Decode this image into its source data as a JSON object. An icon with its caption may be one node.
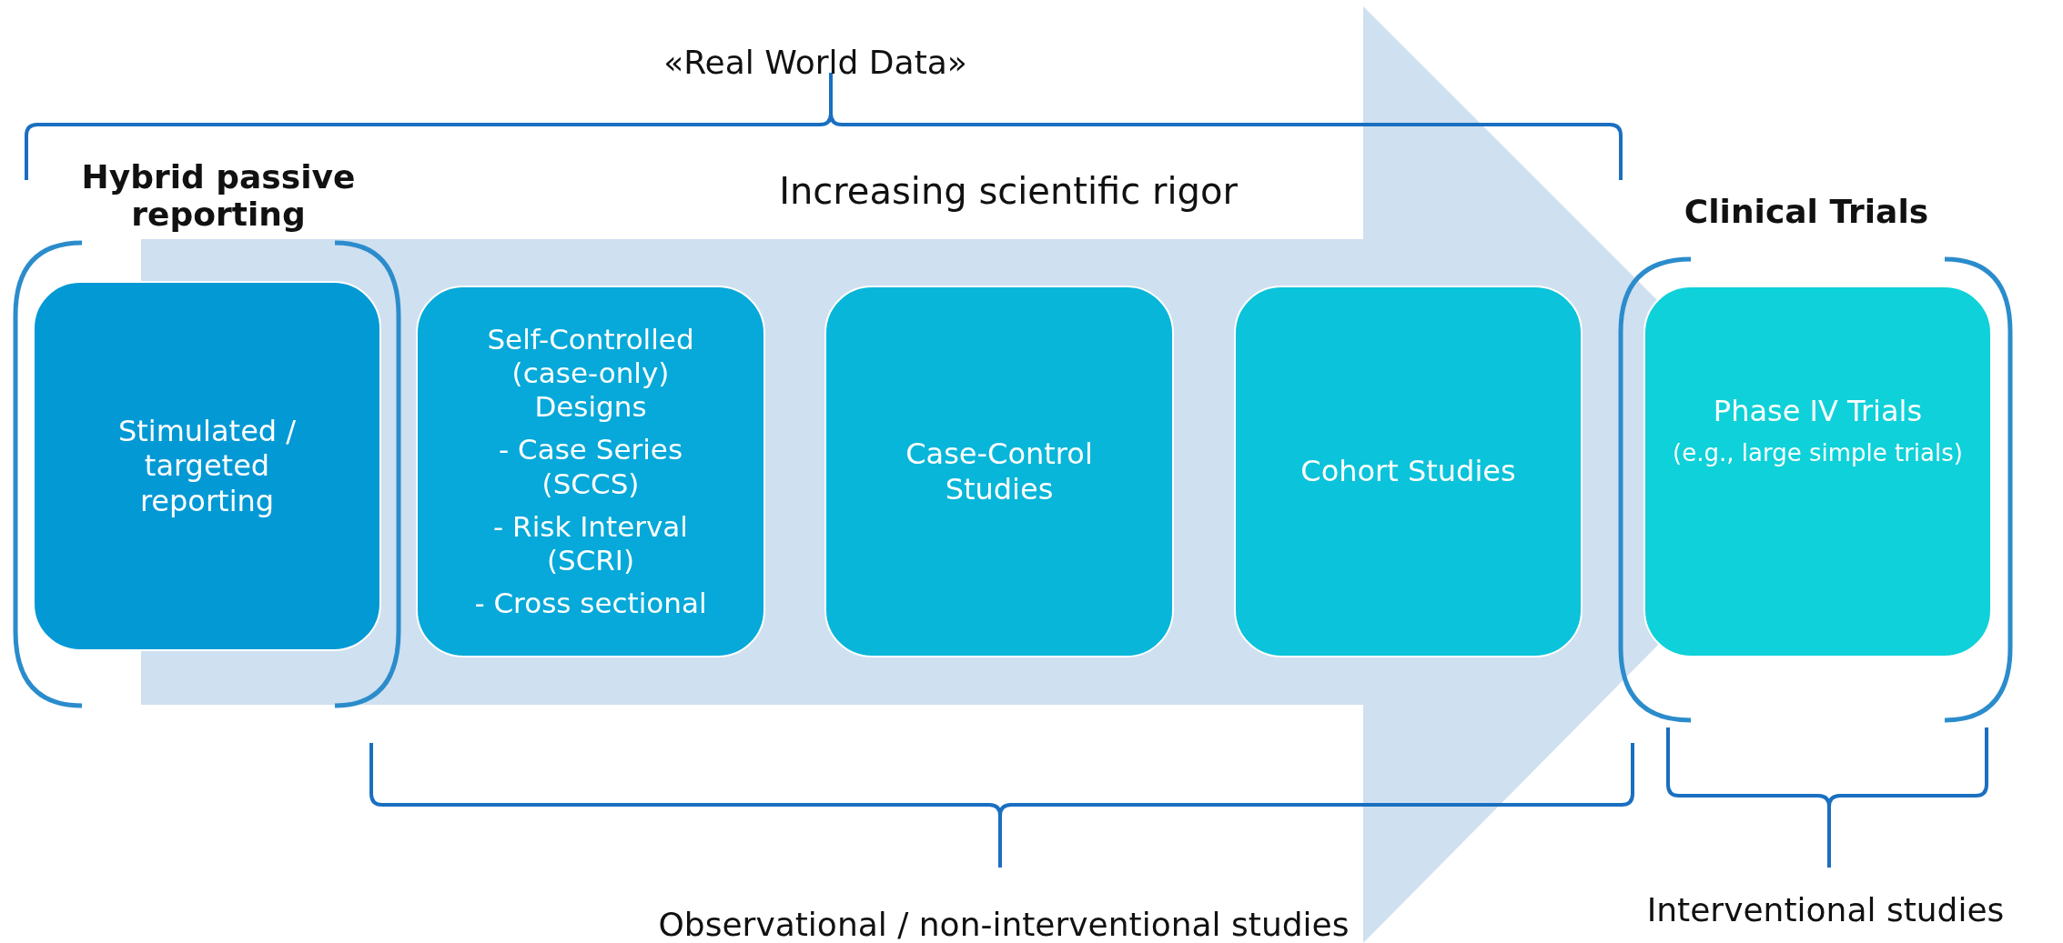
{
  "diagram": {
    "nodes": [
      {
        "text": [
          "Stimulated / targeted reporting"
        ]
      },
      {
        "text": [
          "Self-Controlled (case-only) Designs",
          "- Case Series (SCCS)",
          "- Risk Interval (SCRI)",
          "- Cross sectional"
        ]
      },
      {
        "text": [
          "Case-Control Studies"
        ]
      },
      {
        "text": [
          "Cohort Studies"
        ]
      },
      {
        "text": [
          "Phase IV Trials",
          "(e.g., large simple trials)"
        ]
      }
    ],
    "edges": [
      {
        "from": 0,
        "to": 4,
        "arrow": "to"
      }
    ],
    "labels": [
      "«Real World Data»",
      "Hybrid passive reporting",
      "Increasing scientific rigor",
      "Clinical Trials",
      "Observational / non-interventional studies",
      "Interventional studies"
    ]
  }
}
